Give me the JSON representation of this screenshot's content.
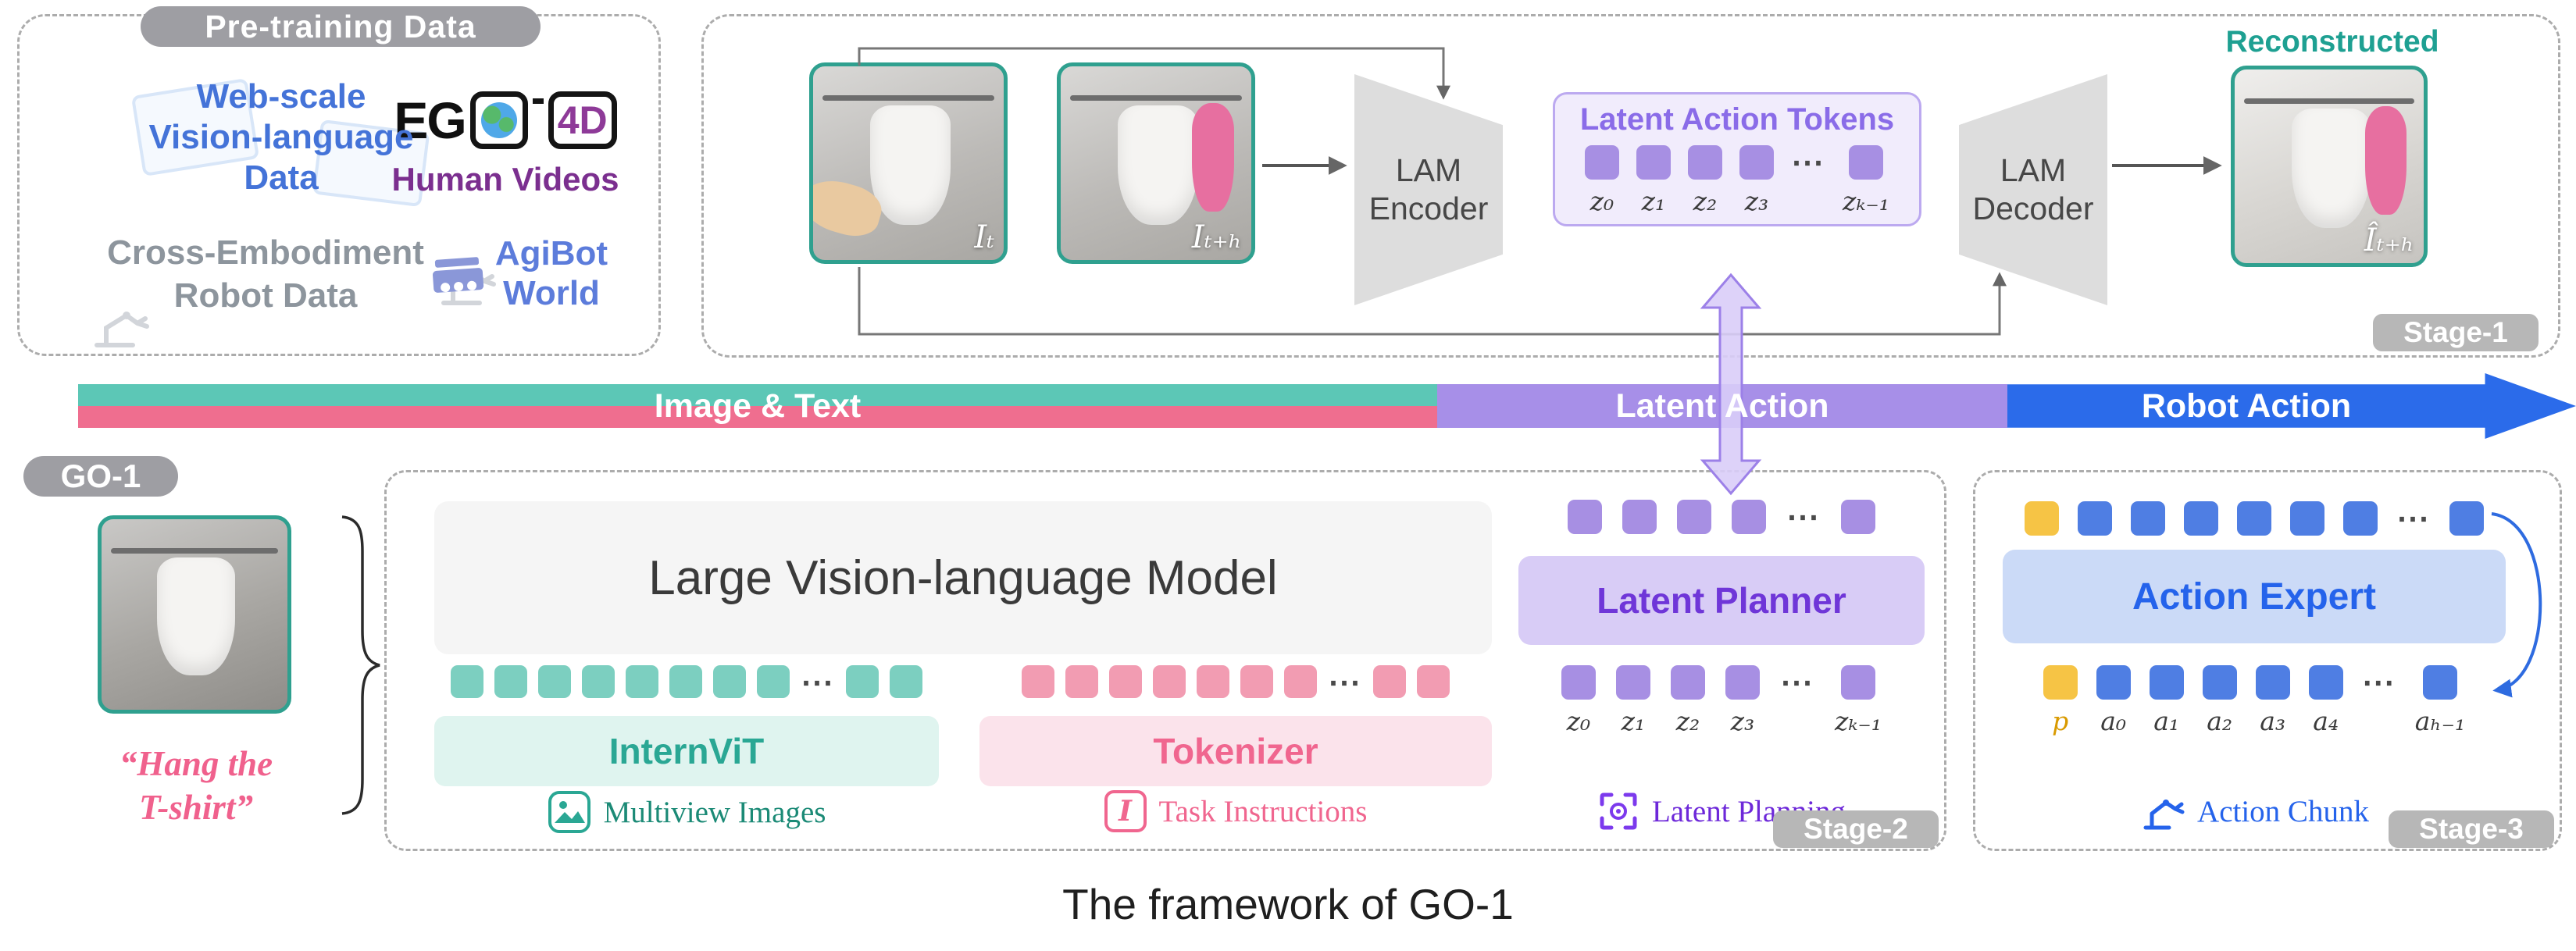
{
  "pretraining": {
    "title": "Pre-training Data",
    "web_scale": "Web-scale\nVision-language\nData",
    "ego_prefix": "EG",
    "ego_suffix": "4D",
    "human_videos": "Human Videos",
    "cross_embodiment": "Cross-Embodiment\nRobot Data",
    "agibot": "AgiBot\nWorld"
  },
  "stage1": {
    "badge": "Stage-1",
    "frame_t_label": "Iₜ",
    "frame_th_label": "Iₜ₊ₕ",
    "encoder_label": "LAM Encoder",
    "decoder_label": "LAM Decoder",
    "tokens_title": "Latent Action Tokens",
    "token_labels": [
      "z₀",
      "z₁",
      "z₂",
      "z₃",
      "zₖ₋₁"
    ],
    "reconstructed_title": "Reconstructed",
    "recon_label": "Îₜ₊ₕ"
  },
  "flowbar": {
    "image_text": "Image & Text",
    "latent_action": "Latent Action",
    "robot_action": "Robot Action"
  },
  "go1": {
    "badge": "GO-1",
    "instruction": "“Hang the\nT-shirt”"
  },
  "stage2": {
    "badge": "Stage-2",
    "vlm_title": "Large Vision-language Model",
    "internvit": "InternViT",
    "tokenizer": "Tokenizer",
    "multiview_label": "Multiview Images",
    "task_label": "Task Instructions",
    "task_glyph": "I",
    "planner_title": "Latent Planner",
    "planning_label": "Latent Planning",
    "z_labels": [
      "z₀",
      "z₁",
      "z₂",
      "z₃",
      "zₖ₋₁"
    ]
  },
  "stage3": {
    "badge": "Stage-3",
    "expert_title": "Action Expert",
    "chunk_label": "Action Chunk",
    "p_label": "p",
    "a_labels": [
      "a₀",
      "a₁",
      "a₂",
      "a₃",
      "a₄",
      "aₕ₋₁"
    ]
  },
  "misc": {
    "dots": "⋯"
  },
  "caption": "The framework of GO-1",
  "colors": {
    "teal": "#5CC7B6",
    "rose": "#EF6E8F",
    "purple": "#A78FE8",
    "blue": "#2B6BEA",
    "yellow": "#F6C445",
    "badge_gray": "#9E9EA3",
    "recon_teal": "#1EA092"
  }
}
